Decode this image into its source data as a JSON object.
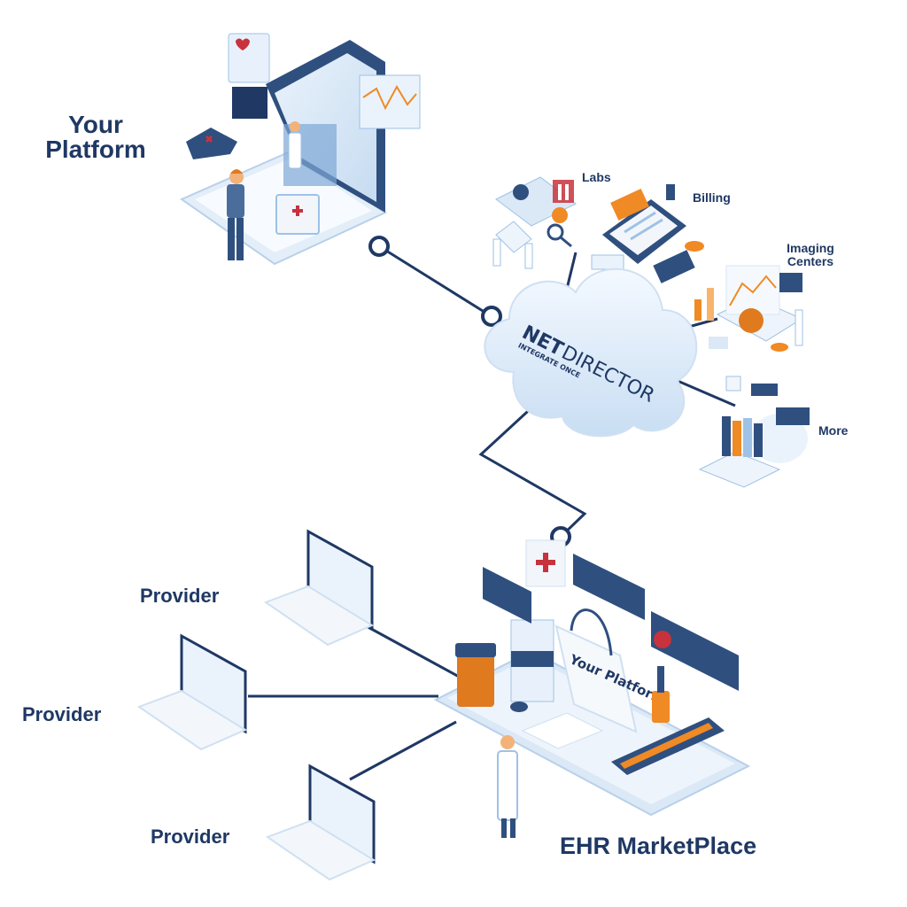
{
  "nodes": {
    "your_platform": "Your Platform",
    "labs": "Labs",
    "billing": "Billing",
    "imaging": "Imaging Centers",
    "more": "More",
    "ehr": "EHR MarketPlace",
    "provider_1": "Provider",
    "provider_2": "Provider",
    "provider_3": "Provider",
    "bag_text": "Your Platform"
  },
  "logo": {
    "brand_left": "NET",
    "brand_right": "DIRECTOR",
    "tagline": "INTEGRATE ONCE"
  },
  "colors": {
    "navy": "#1f3864",
    "light_blue": "#d6e6f6",
    "mid_blue": "#9ec2e6",
    "orange": "#f08a24",
    "red": "#c8323c"
  }
}
